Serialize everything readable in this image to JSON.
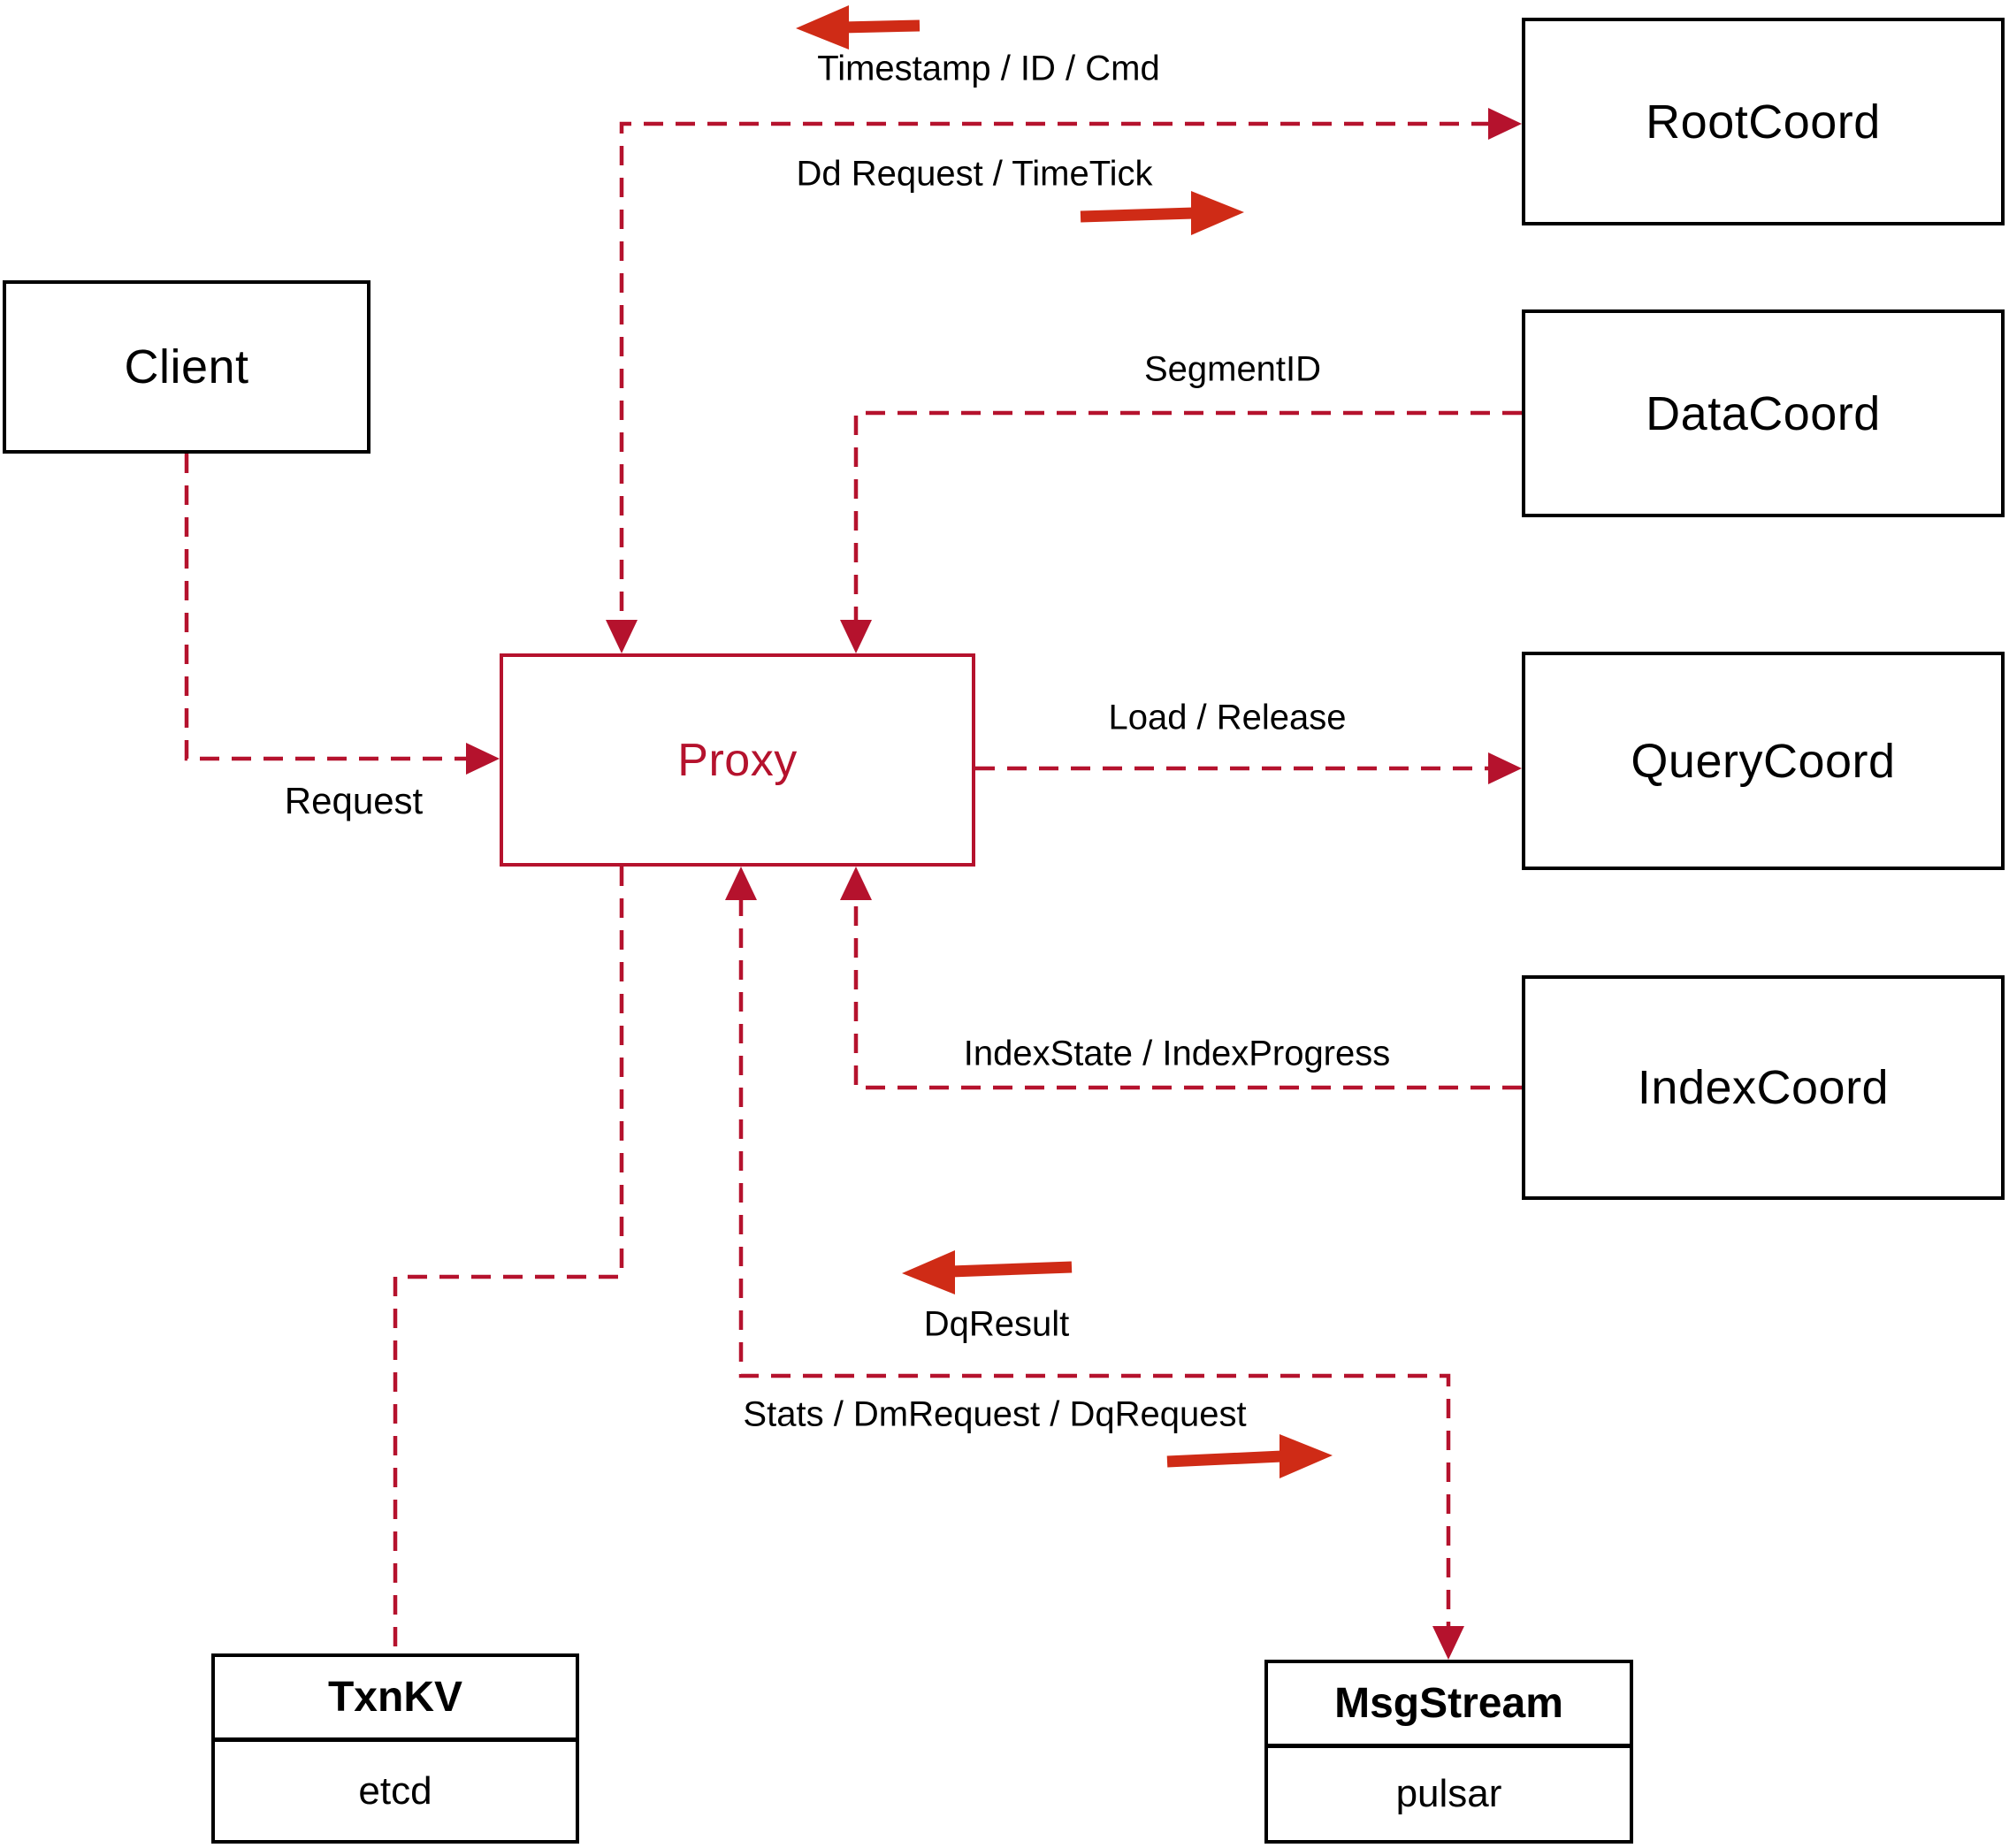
{
  "diagram": {
    "type": "architecture-diagram",
    "colors": {
      "dashed_line": "#b5122d",
      "direction_arrow": "#cf2b16",
      "box_border": "#000000",
      "proxy_accent": "#b5122d",
      "background": "#ffffff",
      "label_text": "#000000"
    },
    "nodes": {
      "client": {
        "label": "Client"
      },
      "proxy": {
        "label": "Proxy"
      },
      "root_coord": {
        "label": "RootCoord"
      },
      "data_coord": {
        "label": "DataCoord"
      },
      "query_coord": {
        "label": "QueryCoord"
      },
      "index_coord": {
        "label": "IndexCoord"
      },
      "txn_kv": {
        "title": "TxnKV",
        "value": "etcd"
      },
      "msg_stream": {
        "title": "MsgStream",
        "value": "pulsar"
      }
    },
    "edge_labels": {
      "request": "Request",
      "timestamp_id_cmd": "Timestamp / ID / Cmd",
      "dd_request_timetick": "Dd Request / TimeTick",
      "segment_id": "SegmentID",
      "load_release": "Load / Release",
      "index_state_progress": "IndexState / IndexProgress",
      "dq_result": "DqResult",
      "stats_dm_dq": "Stats / DmRequest / DqRequest"
    },
    "edges": [
      {
        "from": "client",
        "to": "proxy",
        "label": "Request",
        "arrow_into": [
          "proxy"
        ]
      },
      {
        "from": "proxy",
        "to": "root_coord",
        "label_up": "Timestamp / ID / Cmd",
        "label_down": "Dd Request / TimeTick",
        "arrow_into": [
          "proxy",
          "root_coord"
        ]
      },
      {
        "from": "data_coord",
        "to": "proxy",
        "label": "SegmentID",
        "arrow_into": [
          "proxy"
        ]
      },
      {
        "from": "proxy",
        "to": "query_coord",
        "label": "Load / Release",
        "arrow_into": [
          "query_coord"
        ]
      },
      {
        "from": "index_coord",
        "to": "proxy",
        "label": "IndexState / IndexProgress",
        "arrow_into": [
          "proxy"
        ]
      },
      {
        "from": "proxy",
        "to": "msg_stream",
        "label_up": "DqResult",
        "label_down": "Stats / DmRequest / DqRequest",
        "arrow_into": [
          "proxy",
          "msg_stream"
        ]
      },
      {
        "from": "proxy",
        "to": "txn_kv",
        "label": "",
        "arrow_into": []
      }
    ]
  }
}
